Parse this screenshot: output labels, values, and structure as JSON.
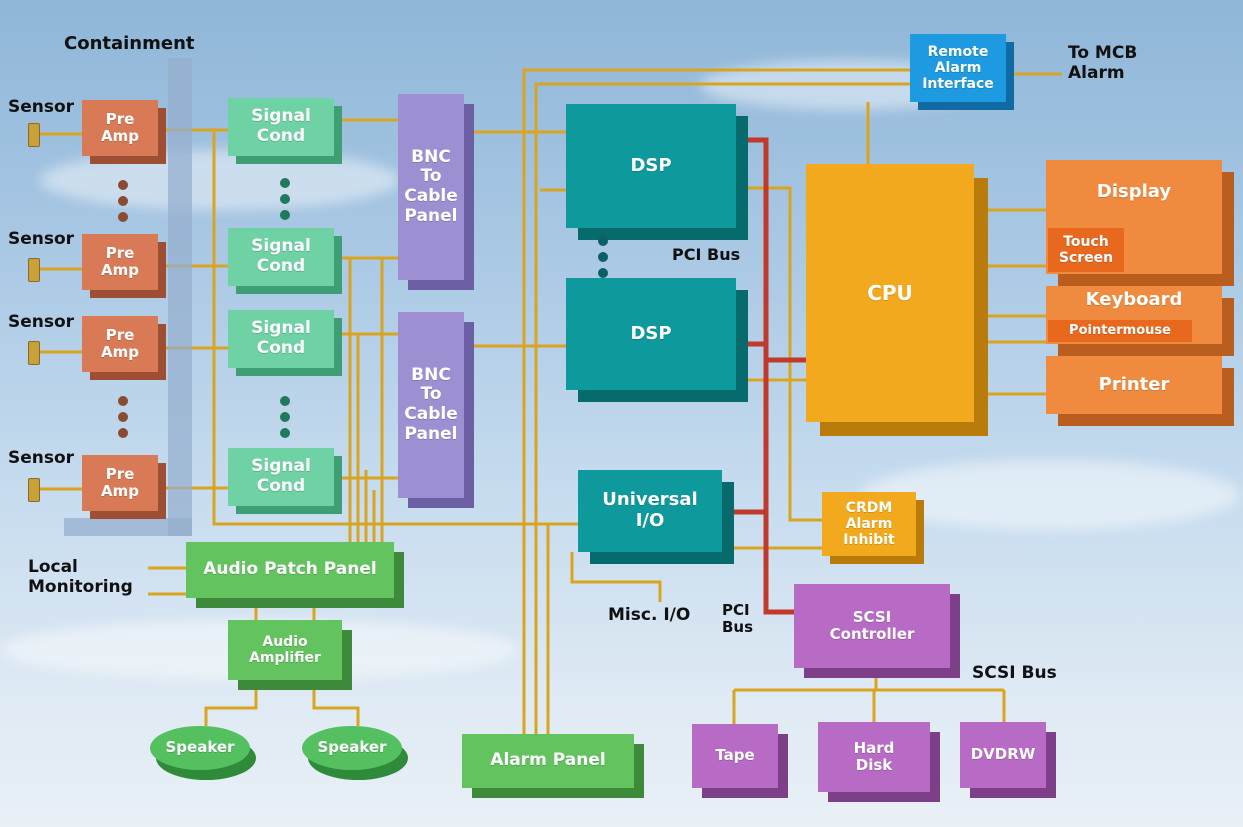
{
  "labels": {
    "containment": "Containment",
    "sensor": "Sensor",
    "to_mcb": [
      "To MCB",
      "Alarm"
    ],
    "pci_bus_top": "PCI Bus",
    "pci_bus_bottom": [
      "PCI",
      "Bus"
    ],
    "local_monitoring": [
      "Local",
      "Monitoring"
    ],
    "misc_io": "Misc. I/O",
    "scsi_bus": "SCSI Bus"
  },
  "blocks": {
    "pre_amp": [
      "Pre",
      "Amp"
    ],
    "signal_cond": [
      "Signal",
      "Cond"
    ],
    "bnc_panel": [
      "BNC",
      "To",
      "Cable",
      "Panel"
    ],
    "dsp": "DSP",
    "cpu": "CPU",
    "remote_alarm": [
      "Remote",
      "Alarm",
      "Interface"
    ],
    "display": "Display",
    "touch_screen": [
      "Touch",
      "Screen"
    ],
    "keyboard": "Keyboard",
    "pointer_mouse": "Pointermouse",
    "printer": "Printer",
    "universal_io": [
      "Universal",
      "I/O"
    ],
    "crdm": [
      "CRDM",
      "Alarm",
      "Inhibit"
    ],
    "scsi_controller": [
      "SCSI",
      "Controller"
    ],
    "audio_patch_panel": "Audio Patch Panel",
    "audio_amplifier": [
      "Audio",
      "Amplifier"
    ],
    "speaker": "Speaker",
    "alarm_panel": "Alarm Panel",
    "tape": "Tape",
    "hard_disk": [
      "Hard",
      "Disk"
    ],
    "dvdrw": "DVDRW"
  },
  "colors": {
    "wire": "#d9a520",
    "pci_bus": "#c0392b",
    "ellipsis_pre": "#8b4a32",
    "ellipsis_sig": "#1f7a5c",
    "ellipsis_dsp": "#0d5e66"
  }
}
